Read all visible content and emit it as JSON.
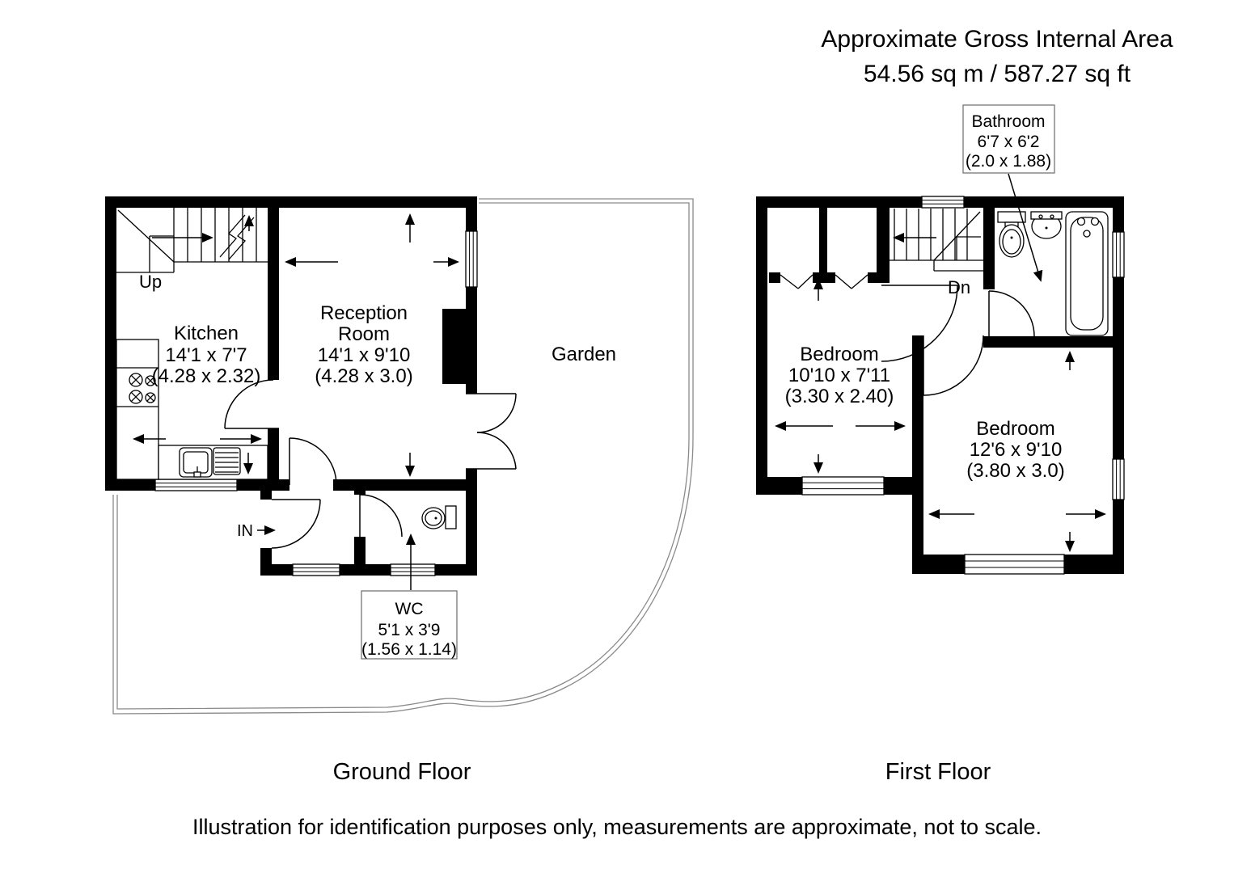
{
  "header": {
    "title_line1": "Approximate Gross Internal Area",
    "title_line2": "54.56 sq m / 587.27 sq ft"
  },
  "ground_floor": {
    "caption": "Ground Floor",
    "stair_direction": "Up",
    "entrance": "IN",
    "kitchen": {
      "name": "Kitchen",
      "size_imperial": "14'1 x 7'7",
      "size_metric": "(4.28 x 2.32)"
    },
    "reception": {
      "name_line1": "Reception",
      "name_line2": "Room",
      "size_imperial": "14'1 x 9'10",
      "size_metric": "(4.28 x 3.0)"
    },
    "garden": {
      "name": "Garden"
    },
    "wc": {
      "name": "WC",
      "size_imperial": "5'1 x 3'9",
      "size_metric": "(1.56 x 1.14)"
    }
  },
  "first_floor": {
    "caption": "First Floor",
    "stair_direction": "Dn",
    "bathroom": {
      "name": "Bathroom",
      "size_imperial": "6'7 x 6'2",
      "size_metric": "(2.0 x 1.88)"
    },
    "bedroom_front": {
      "name": "Bedroom",
      "size_imperial": "10'10 x 7'11",
      "size_metric": "(3.30 x 2.40)"
    },
    "bedroom_rear": {
      "name": "Bedroom",
      "size_imperial": "12'6 x 9'10",
      "size_metric": "(3.80 x 3.0)"
    }
  },
  "footer": {
    "disclaimer": "Illustration for identification purposes only, measurements are approximate, not to scale."
  },
  "colors": {
    "wall": "#000000",
    "text": "#000000",
    "boundary": "#8a8a8a",
    "background": "#ffffff"
  }
}
